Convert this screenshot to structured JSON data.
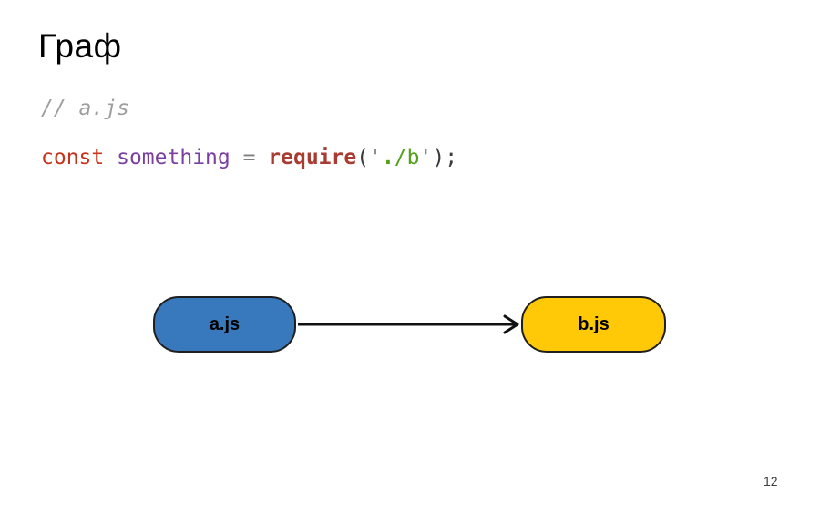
{
  "slide": {
    "title": "Граф",
    "page_number": "12"
  },
  "code": {
    "comment": "// a.js",
    "line": [
      {
        "text": "const",
        "type": "keyword"
      },
      {
        "text": " ",
        "type": "plain"
      },
      {
        "text": "something",
        "type": "variable"
      },
      {
        "text": " = ",
        "type": "operator"
      },
      {
        "text": "require",
        "type": "builtin"
      },
      {
        "text": "(",
        "type": "punct"
      },
      {
        "text": "'",
        "type": "quote"
      },
      {
        "text": ".",
        "type": "string-bold"
      },
      {
        "text": "/b",
        "type": "string"
      },
      {
        "text": "'",
        "type": "quote"
      },
      {
        "text": ");",
        "type": "punct"
      }
    ]
  },
  "diagram": {
    "nodes": [
      {
        "label": "a.js",
        "fill": "#3878bc"
      },
      {
        "label": "b.js",
        "fill": "#ffc907"
      }
    ],
    "edge": {
      "from": "a.js",
      "to": "b.js",
      "color": "#111111"
    }
  },
  "colors": {
    "keyword": "#c7341e",
    "variable": "#7b3f9f",
    "operator_gray": "#7f7f7f",
    "builtin": "#a93b31",
    "string_green": "#55a019",
    "comment_gray": "#9e9e9e",
    "node_border": "#1f1f1f"
  }
}
